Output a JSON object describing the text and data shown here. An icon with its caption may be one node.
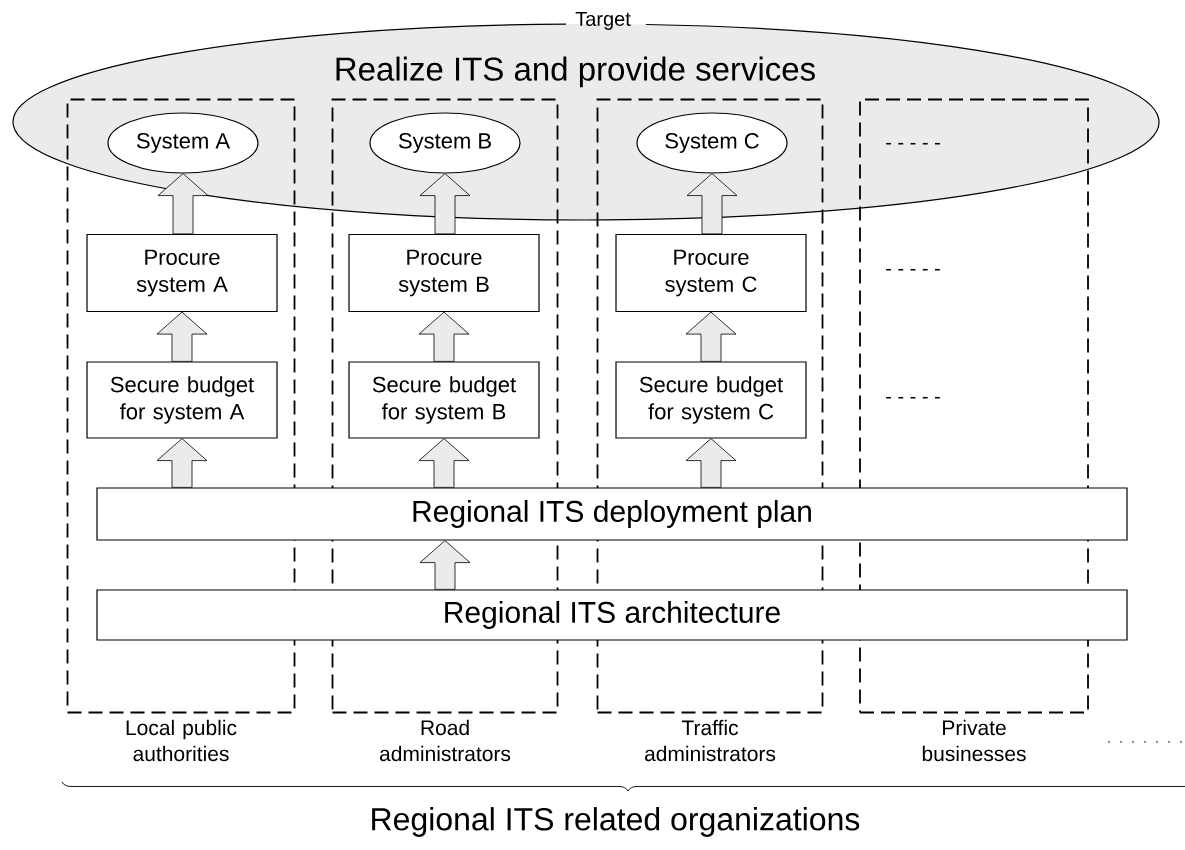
{
  "diagram": {
    "nodes": [
      {
        "text": [
          "Realize ITS and provide services"
        ],
        "beside": [
          "Target"
        ]
      },
      {
        "text": [
          "Local public authorities"
        ]
      },
      {
        "text": [
          "Road administrators"
        ]
      },
      {
        "text": [
          "Traffic administrators"
        ]
      },
      {
        "text": [
          "Private businesses"
        ]
      },
      {
        "text": [
          "System A"
        ]
      },
      {
        "text": [
          "Procure system A"
        ],
        "in": 1
      },
      {
        "text": [
          "Secure budget for system A"
        ],
        "in": 1
      },
      {
        "text": [
          "System B"
        ]
      },
      {
        "text": [
          "Procure system B"
        ],
        "in": 2
      },
      {
        "text": [
          "Secure budget for system B"
        ],
        "in": 2
      },
      {
        "text": [
          "System C"
        ]
      },
      {
        "text": [
          "Procure system C"
        ],
        "in": 3
      },
      {
        "text": [
          "Secure budget for system C"
        ],
        "in": 3
      },
      {
        "text": [
          "Regional ITS deployment plan"
        ]
      },
      {
        "text": [
          "Regional ITS architecture"
        ]
      }
    ],
    "edges": [
      {
        "from": 6,
        "to": 5,
        "arrow": "to"
      },
      {
        "from": 7,
        "to": 6,
        "arrow": "to"
      },
      {
        "from": 9,
        "to": 8,
        "arrow": "to"
      },
      {
        "from": 10,
        "to": 9,
        "arrow": "to"
      },
      {
        "from": 12,
        "to": 11,
        "arrow": "to"
      },
      {
        "from": 13,
        "to": 12,
        "arrow": "to"
      },
      {
        "from": 14,
        "to": 7,
        "arrow": "to"
      },
      {
        "from": 14,
        "to": 10,
        "arrow": "to"
      },
      {
        "from": 14,
        "to": 13,
        "arrow": "to"
      },
      {
        "from": 15,
        "to": 14,
        "arrow": "to"
      }
    ],
    "labels": [
      "- - - - -",
      "- - - - -",
      "- - - - -",
      "Regional ITS related organizations"
    ]
  }
}
